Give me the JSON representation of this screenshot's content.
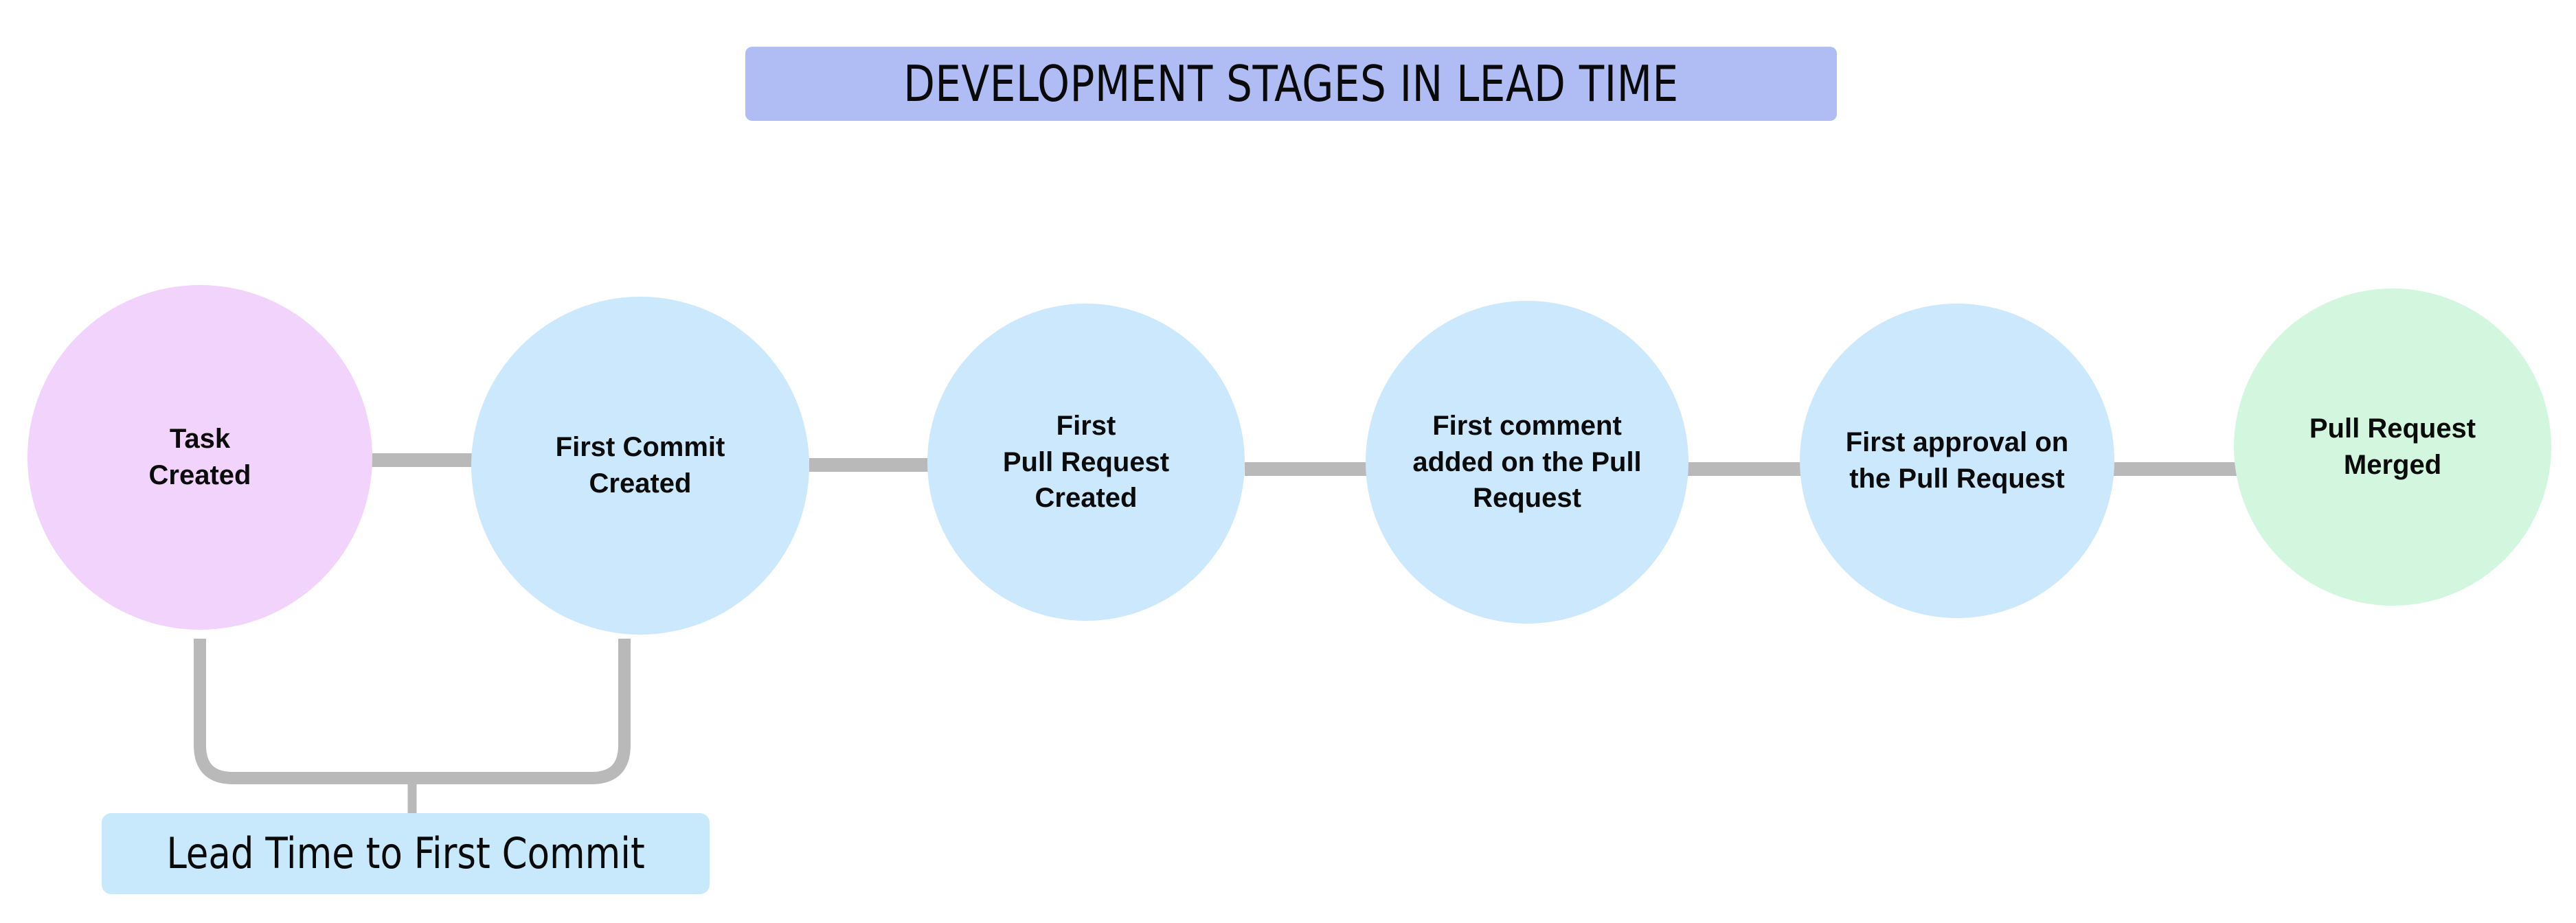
{
  "diagram": {
    "title": "DEVELOPMENT STAGES IN LEAD TIME",
    "title_bg_color": "#b0bdf5",
    "background_color": "#ffffff",
    "connector_color": "#b9b9b9"
  },
  "stages": [
    {
      "id": "task-created",
      "label": "Task\nCreated",
      "color": "#f2d3fb",
      "type": "start"
    },
    {
      "id": "first-commit-created",
      "label": "First Commit\nCreated",
      "color": "#cce8fc",
      "type": "step"
    },
    {
      "id": "first-pull-request-created",
      "label": "First\nPull Request\nCreated",
      "color": "#cce8fc",
      "type": "step"
    },
    {
      "id": "first-comment-added",
      "label": "First comment\nadded on the Pull\nRequest",
      "color": "#cce8fc",
      "type": "step"
    },
    {
      "id": "first-approval",
      "label": "First approval on\nthe Pull Request",
      "color": "#cce8fc",
      "type": "step"
    },
    {
      "id": "pull-request-merged",
      "label": "Pull Request\nMerged",
      "color": "#d3f7de",
      "type": "end"
    }
  ],
  "annotations": [
    {
      "id": "lead-time-to-first-commit",
      "label": "Lead Time to First Commit",
      "bg_color": "#c8e8fb",
      "spans": [
        "task-created",
        "first-commit-created"
      ]
    }
  ]
}
